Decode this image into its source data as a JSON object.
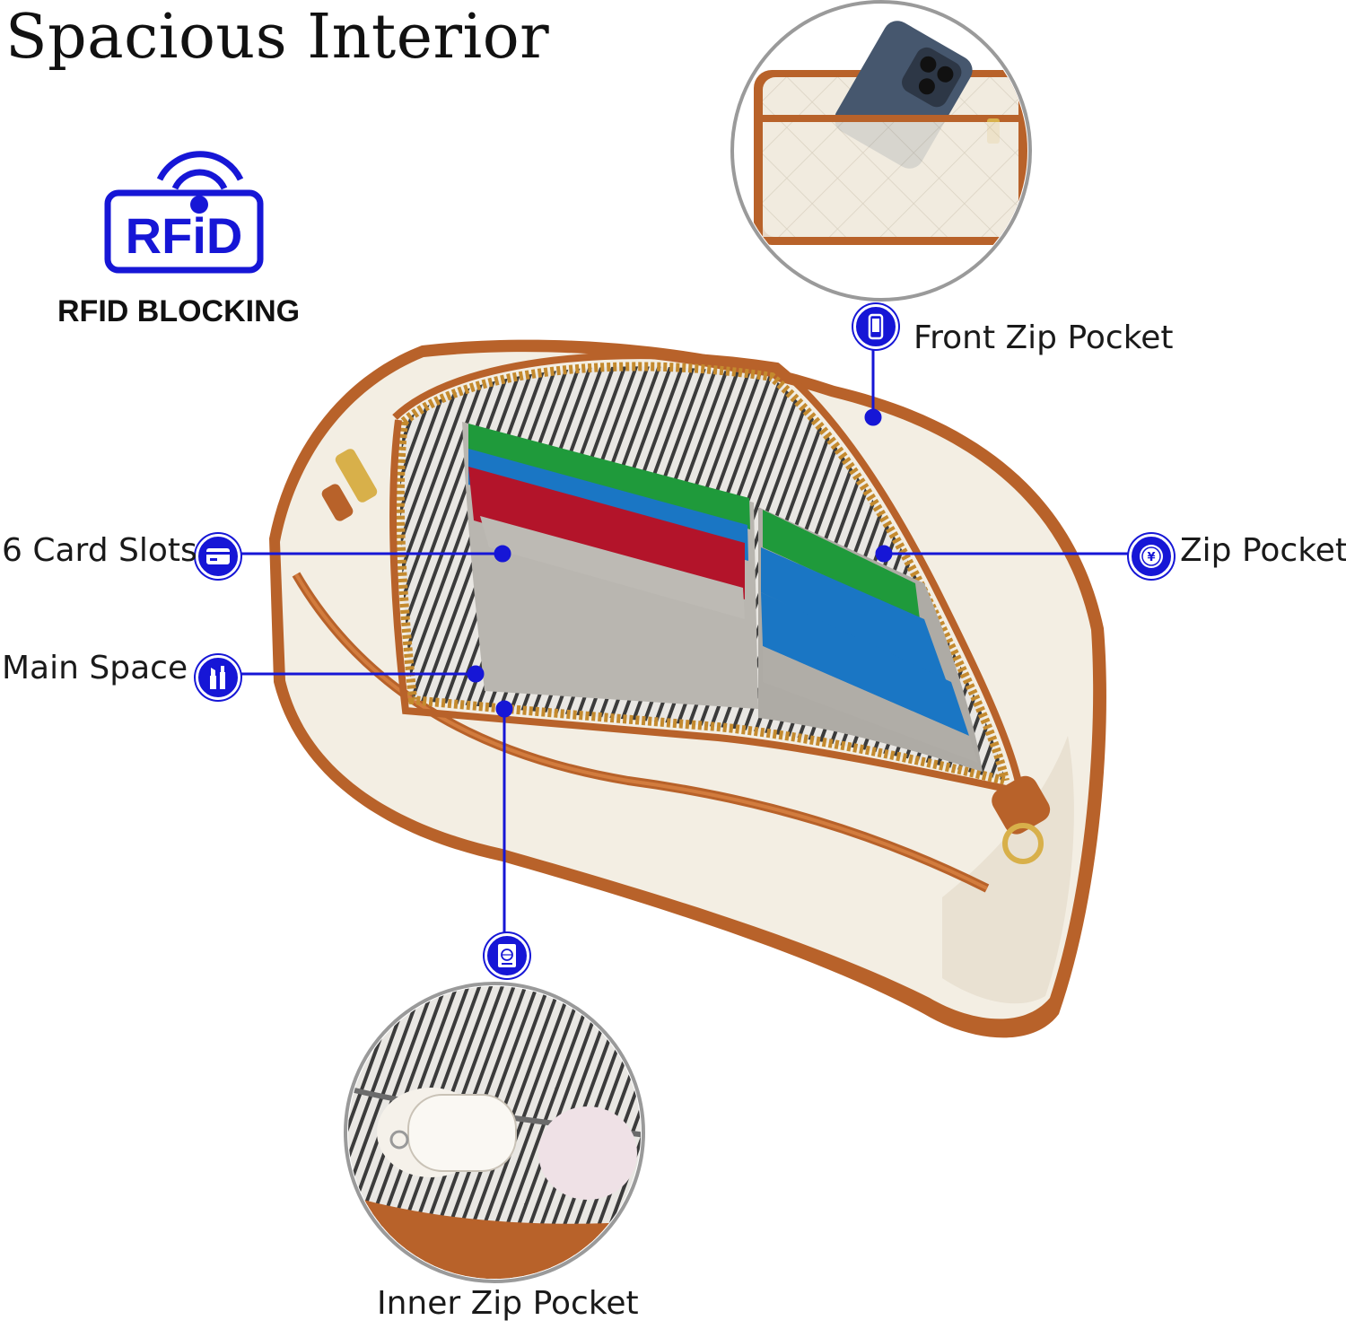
{
  "title": "Spacious Interior",
  "rfid": {
    "logo_text": "RFiD",
    "label": "RFID BLOCKING",
    "icon": "rfid-icon"
  },
  "callouts": {
    "front_zip_pocket": {
      "label": "Front Zip Pocket",
      "icon": "phone-icon"
    },
    "zip_pocket": {
      "label": "Zip Pocket",
      "icon": "yen-coin-icon"
    },
    "card_slots": {
      "label": "6 Card Slots",
      "icon": "credit-card-icon"
    },
    "main_space": {
      "label": "Main Space",
      "icon": "lipstick-icon"
    },
    "inner_zip_pocket": {
      "label": "Inner Zip Pocket",
      "icon": "passport-icon"
    }
  },
  "colors": {
    "accent": "#1616d6",
    "leather_cream": "#f2ece0",
    "leather_tan": "#b8622a",
    "card_green": "#1f9a3b",
    "card_blue": "#1a76c4",
    "card_red": "#b3142a",
    "lining_gray": "#b9b6b0"
  }
}
